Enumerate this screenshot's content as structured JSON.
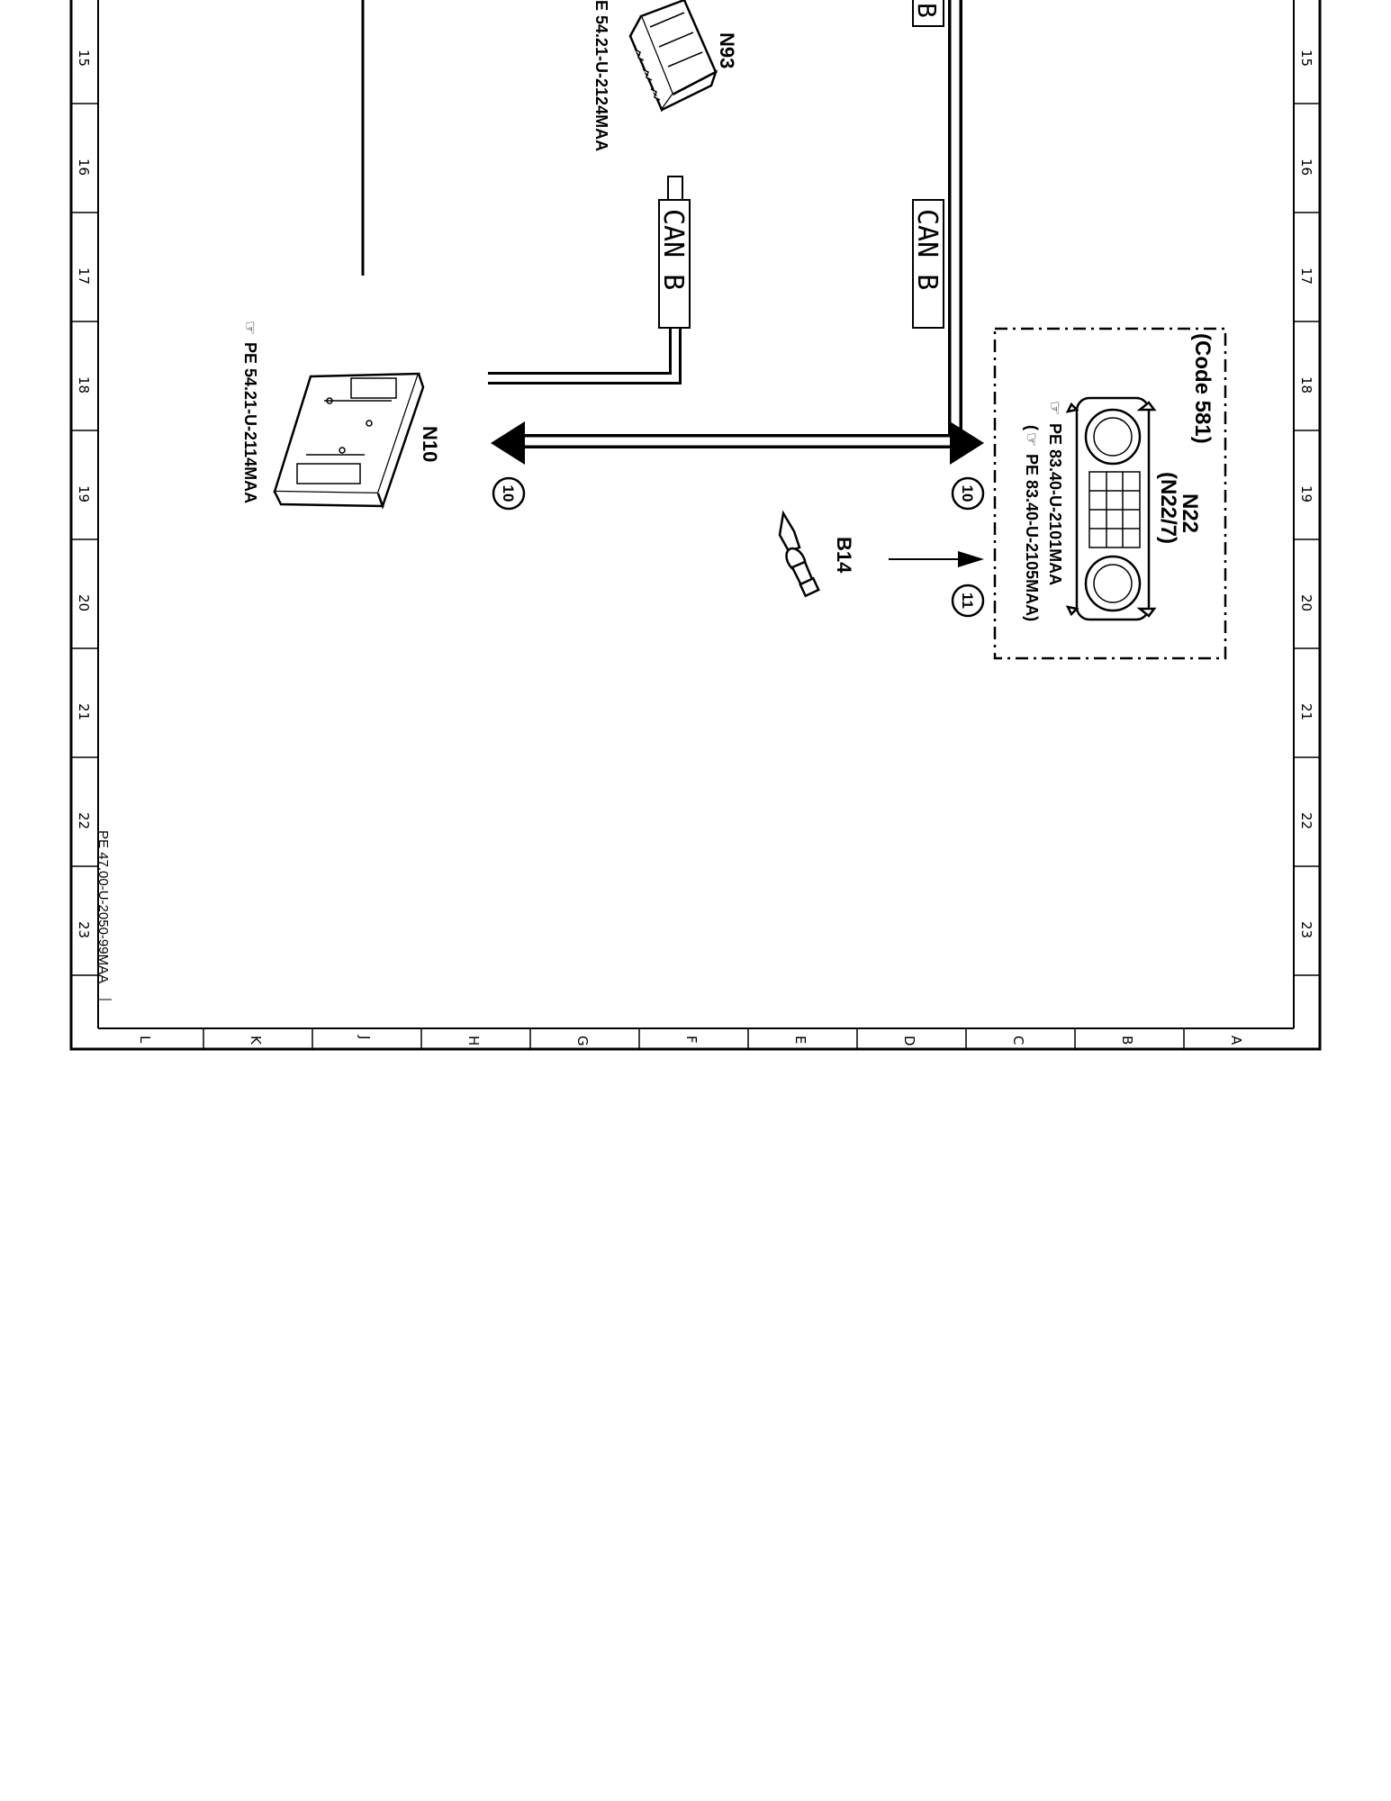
{
  "frame": {
    "row_labels": [
      "15",
      "16",
      "17",
      "18",
      "19",
      "20",
      "21",
      "22",
      "23"
    ],
    "col_labels": [
      "L",
      "K",
      "J",
      "H",
      "G",
      "F",
      "E",
      "D",
      "C",
      "B",
      "A"
    ]
  },
  "modules": {
    "n93": {
      "label": "N93",
      "ref": "E 54.21-U-2124MAA"
    },
    "n10": {
      "label": "N10",
      "ref": "PE 54.21-U-2114MAA"
    },
    "n22": {
      "code": "(Code 581)",
      "label": "N22",
      "alt": "(N22/7)",
      "ref1": "PE 83.40-U-2101MAA",
      "ref2": "PE 83.40-U-2105MAA)",
      "ref2_prefix": "("
    },
    "b14": {
      "label": "B14"
    }
  },
  "bus": {
    "can_left_a": "CAN B",
    "can_right_a": "CAN B",
    "can_right_top": "B"
  },
  "connectors": {
    "left_10": "10",
    "right_10": "10",
    "right_11": "11"
  },
  "doc_ref": "PE 47.00-U-2050-99MAA"
}
